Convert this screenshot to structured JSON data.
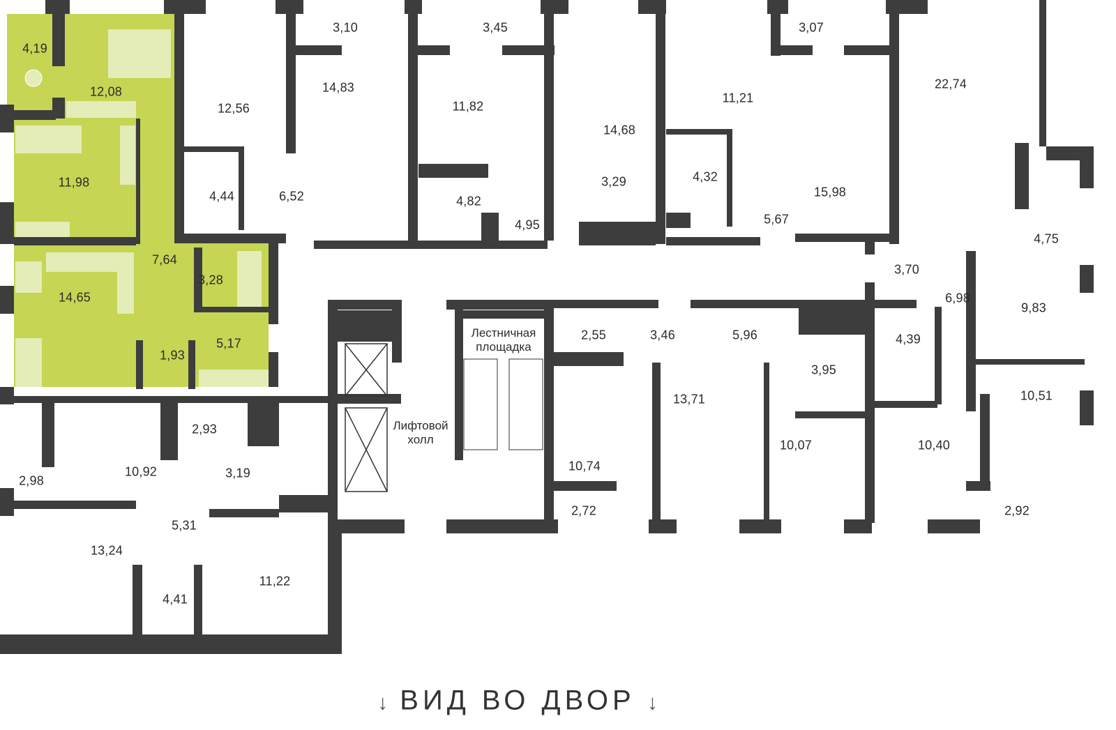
{
  "colors": {
    "highlight": "#c6d553",
    "highlight_furniture": "#e4ecb8",
    "wall": "#3d3d3d",
    "background": "#ffffff"
  },
  "rooms": [
    "4,19",
    "12,08",
    "12,56",
    "14,83",
    "3,10",
    "3,45",
    "11,82",
    "14,68",
    "3,07",
    "11,21",
    "22,74",
    "11,98",
    "4,44",
    "6,52",
    "4,82",
    "4,95",
    "3,29",
    "4,32",
    "5,67",
    "15,98",
    "4,75",
    "7,64",
    "3,28",
    "14,65",
    "3,70",
    "6,98",
    "9,83",
    "2,55",
    "3,46",
    "5,96",
    "4,39",
    "1,93",
    "5,17",
    "3,95",
    "10,51",
    "13,71",
    "2,93",
    "10,07",
    "10,40",
    "10,92",
    "3,19",
    "10,74",
    "2,98",
    "2,72",
    "2,92",
    "5,31",
    "13,24",
    "11,22",
    "4,41"
  ],
  "labels": {
    "stairs_line1": "Лестничная",
    "stairs_line2": "площадка",
    "lift_line1": "Лифтовой",
    "lift_line2": "холл"
  },
  "view": {
    "arrow_left": "↓",
    "text": "ВИД ВО ДВОР",
    "arrow_right": "↓"
  }
}
